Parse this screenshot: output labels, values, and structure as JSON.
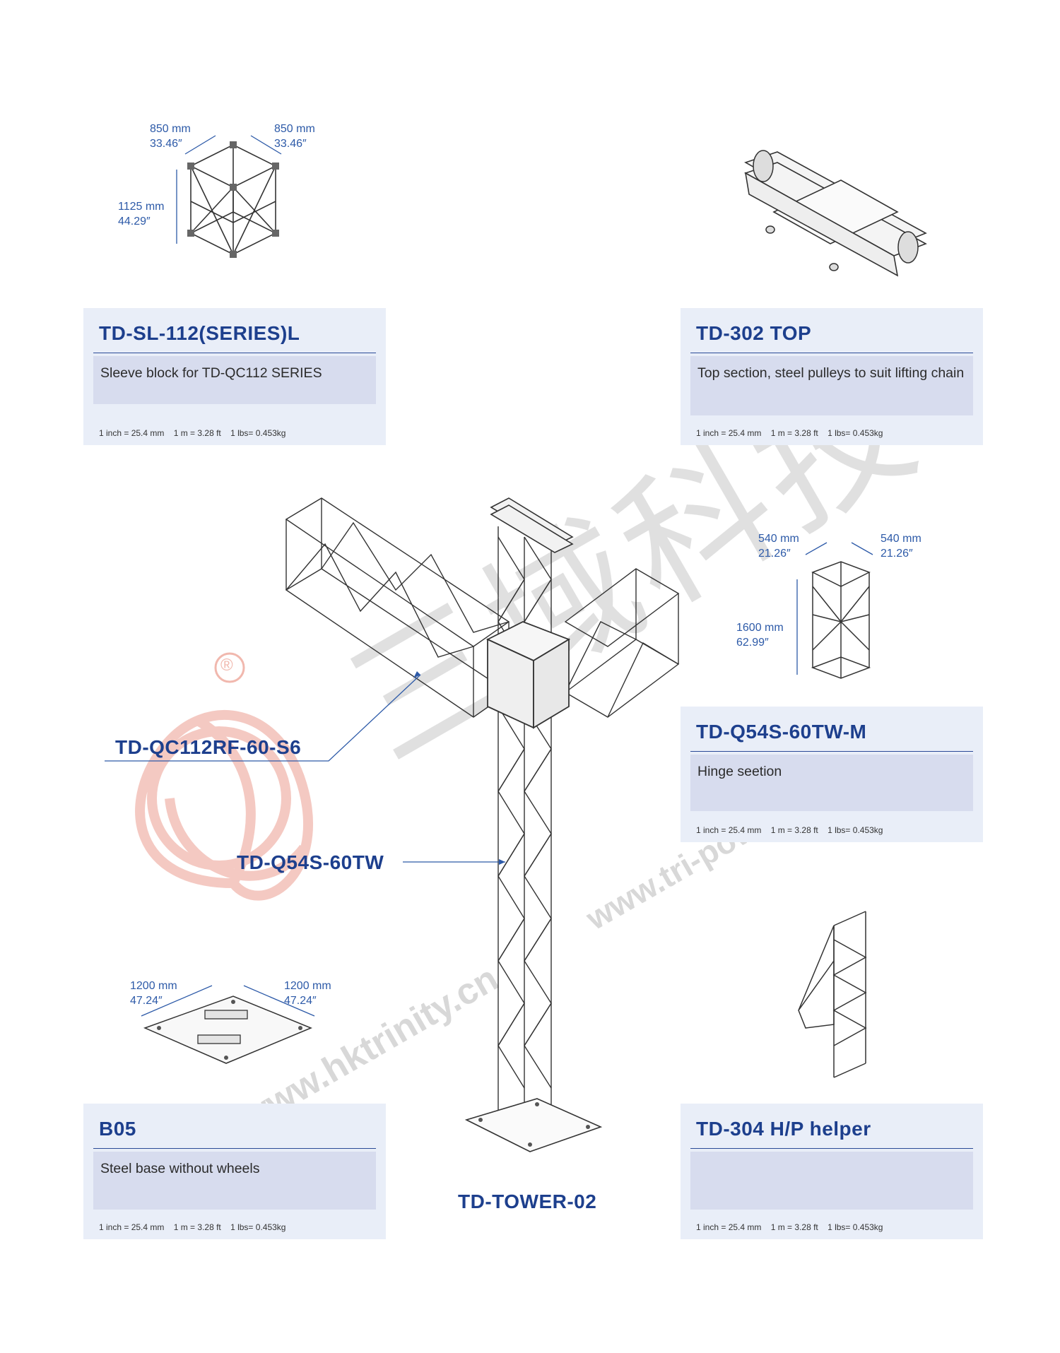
{
  "cards": [
    {
      "title": "TD-SL-112(SERIES)L",
      "desc": "Sleeve block for TD-QC112 SERIES",
      "units": "1 inch = 25.4 mm    1 m = 3.28 ft    1 lbs= 0.453kg"
    },
    {
      "title": "TD-302 TOP",
      "desc": "Top section, steel pulleys to suit lifting chain",
      "units": "1 inch = 25.4 mm    1 m = 3.28 ft    1 lbs= 0.453kg"
    },
    {
      "title": "TD-Q54S-60TW-M",
      "desc": "Hinge seetion",
      "units": "1 inch = 25.4 mm    1 m = 3.28 ft    1 lbs= 0.453kg"
    },
    {
      "title": "B05",
      "desc": "Steel base without wheels",
      "units": "1 inch = 25.4 mm    1 m = 3.28 ft    1 lbs= 0.453kg"
    },
    {
      "title": "TD-304 H/P helper",
      "desc": "",
      "units": "1 inch = 25.4 mm    1 m = 3.28 ft    1 lbs= 0.453kg"
    }
  ],
  "dims": {
    "sleeve_left": "850 mm\n33.46″",
    "sleeve_right": "850 mm\n33.46″",
    "sleeve_height": "1125 mm\n44.29″",
    "hinge_left": "540 mm\n21.26″",
    "hinge_right": "540 mm\n21.26″",
    "hinge_height": "1600 mm\n62.99″",
    "base_left": "1200 mm\n47.24″",
    "base_right": "1200 mm\n47.24″"
  },
  "callouts": {
    "cross_truss": "TD-QC112RF-60-S6",
    "tower_truss": "TD-Q54S-60TW",
    "assembly": "TD-TOWER-02"
  },
  "watermark": {
    "chinese": "三域科技",
    "url1": "www.hktrinity.cn",
    "url2": "www.tri-power.net",
    "registered": "®"
  },
  "colors": {
    "title_blue": "#1d3f8d",
    "dim_blue": "#2d5aa8",
    "card_bg": "#e9eef8",
    "desc_bg": "#d7dcee",
    "watermark_red": "#f1b8ae",
    "watermark_gray": "#c8c8c8"
  }
}
